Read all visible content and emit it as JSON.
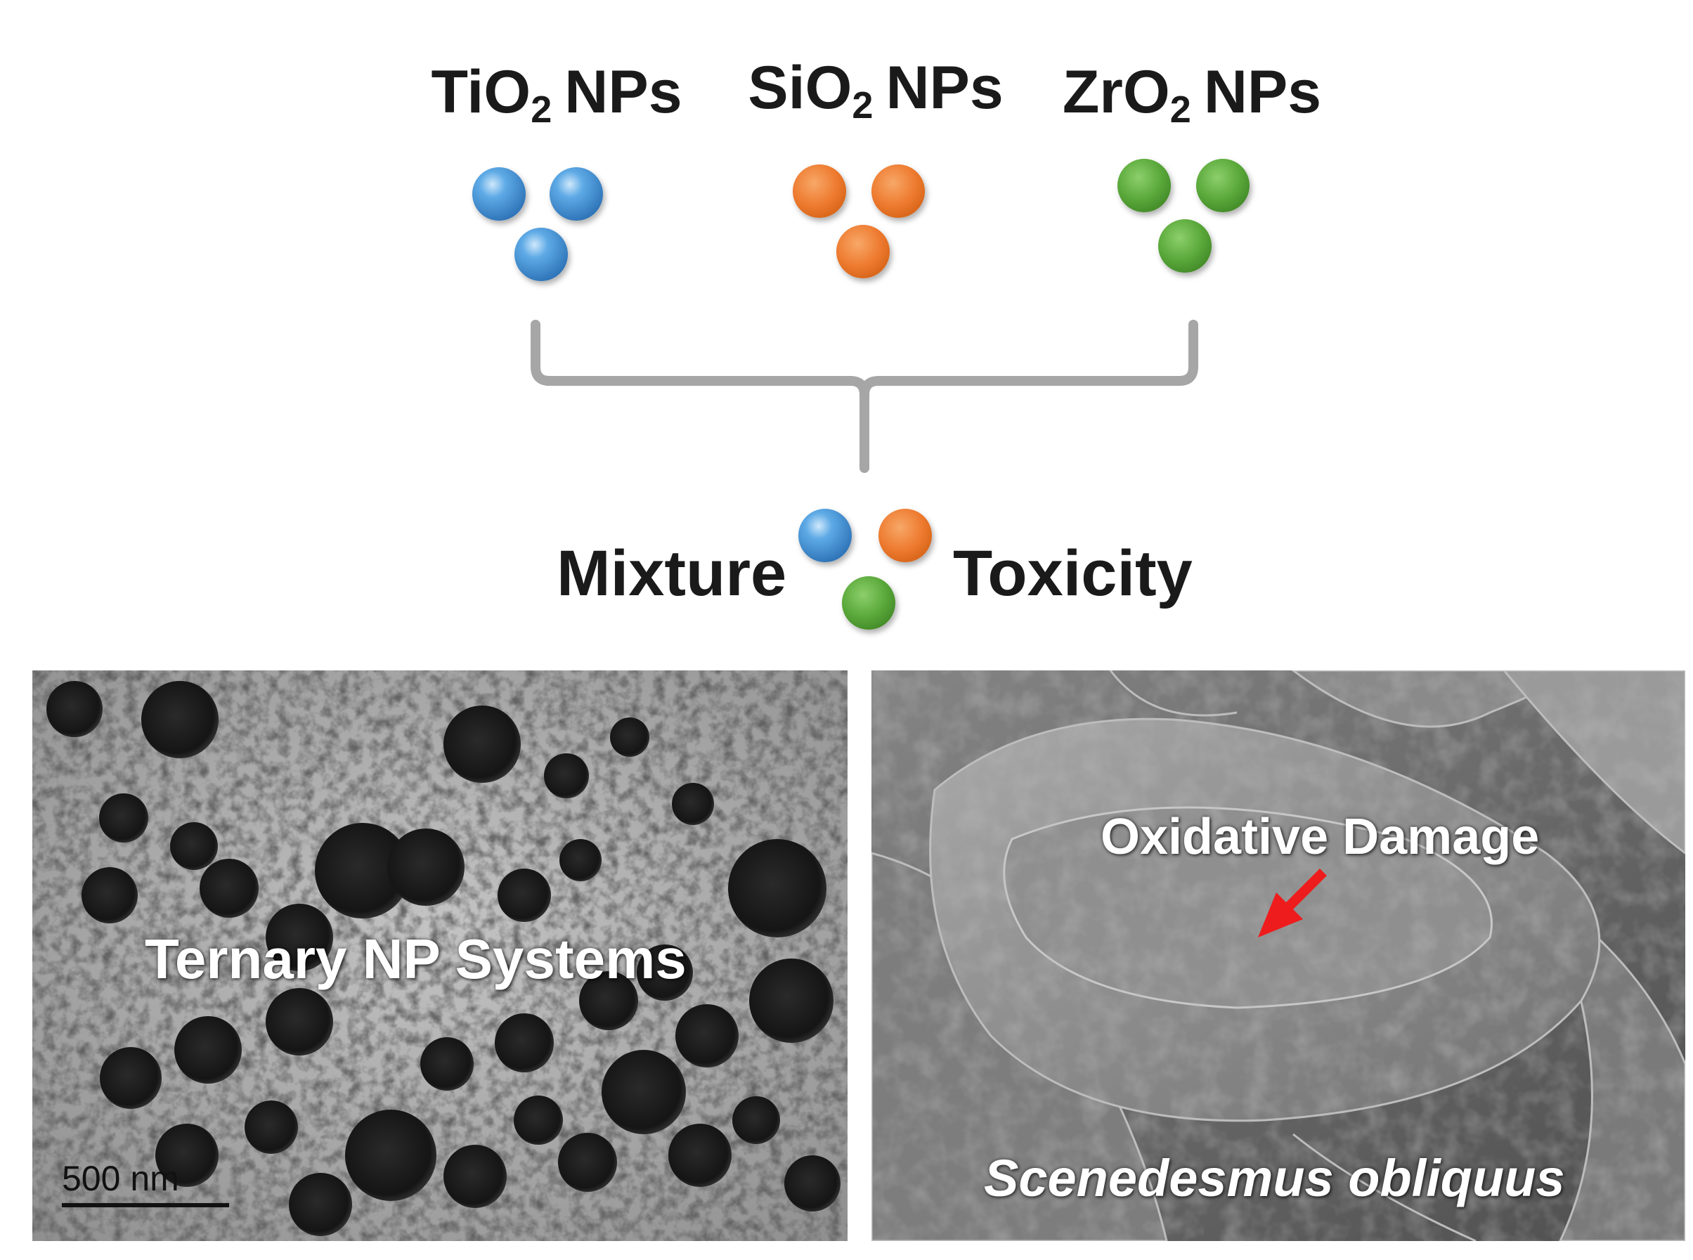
{
  "nanoparticles": [
    {
      "formula_prefix": "TiO",
      "subscript": "2",
      "suffix": "NPs",
      "color": "#4a9ad8"
    },
    {
      "formula_prefix": "SiO",
      "subscript": "2",
      "suffix": "NPs",
      "color": "#ee7b30"
    },
    {
      "formula_prefix": "ZrO",
      "subscript": "2",
      "suffix": "NPs",
      "color": "#5aa83a"
    }
  ],
  "mixture": {
    "left_word": "Mixture",
    "right_word": "Toxicity"
  },
  "tem_panel": {
    "caption": "Ternary NP Systems",
    "scale_bar": "500 nm"
  },
  "sem_panel": {
    "annotation": "Oxidative Damage",
    "species": "Scenedesmus obliquus",
    "arrow_color": "#ee1c1c"
  },
  "colors": {
    "bracket": "#a6a6a6",
    "text": "#1a1a1a"
  }
}
